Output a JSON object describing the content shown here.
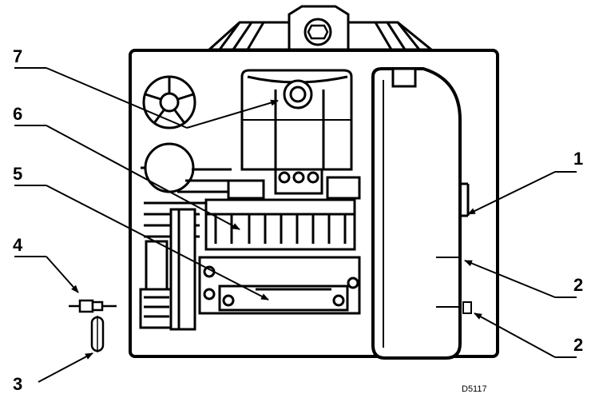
{
  "diagram": {
    "drawing_number": "D5117",
    "callouts": [
      {
        "id": "callout-7",
        "label": "7"
      },
      {
        "id": "callout-6",
        "label": "6"
      },
      {
        "id": "callout-5",
        "label": "5"
      },
      {
        "id": "callout-4",
        "label": "4"
      },
      {
        "id": "callout-3",
        "label": "3"
      },
      {
        "id": "callout-1",
        "label": "1"
      },
      {
        "id": "callout-2-upper",
        "label": "2"
      },
      {
        "id": "callout-2-lower",
        "label": "2"
      }
    ]
  }
}
